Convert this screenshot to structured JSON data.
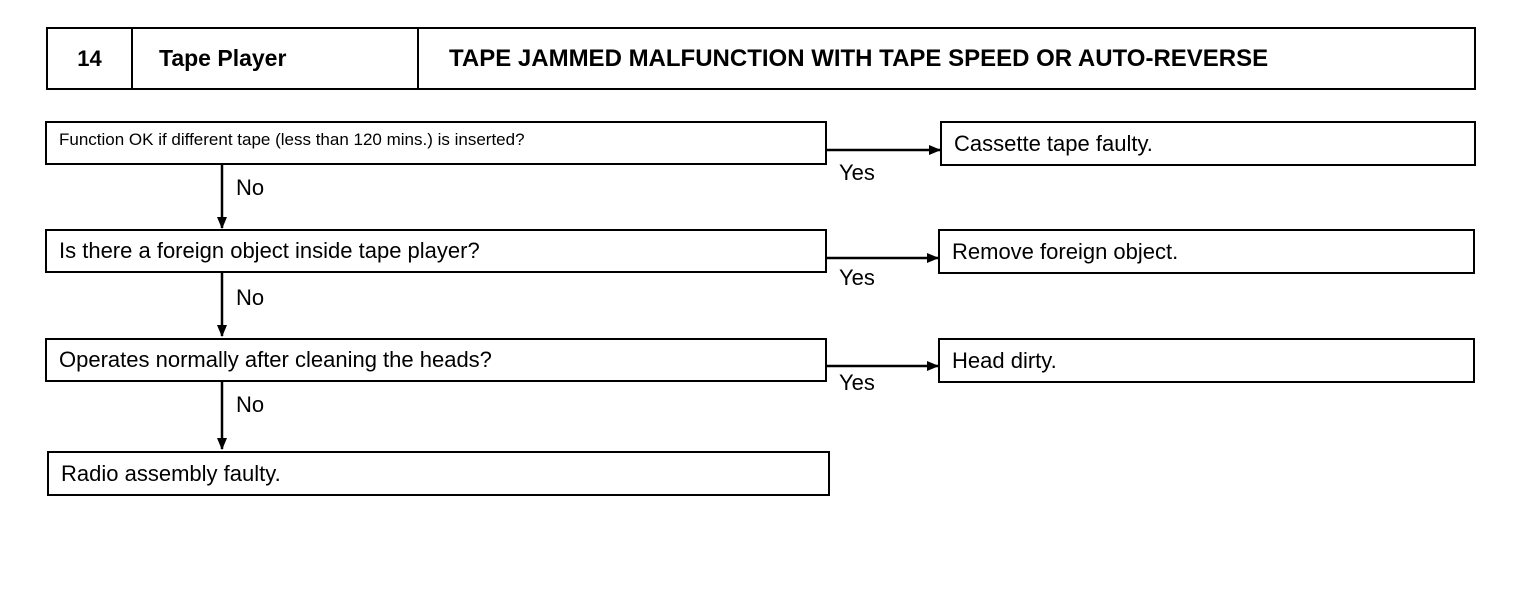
{
  "header": {
    "number": "14",
    "system": "Tape Player",
    "title": "TAPE JAMMED MALFUNCTION WITH TAPE SPEED OR AUTO-REVERSE"
  },
  "steps": [
    {
      "question": "Function OK if different tape (less than 120 mins.) is inserted?",
      "yes_label": "Yes",
      "yes_result": "Cassette tape faulty.",
      "no_label": "No"
    },
    {
      "question": "Is there a foreign object inside tape player?",
      "yes_label": "Yes",
      "yes_result": "Remove foreign object.",
      "no_label": "No"
    },
    {
      "question": "Operates normally after cleaning the heads?",
      "yes_label": "Yes",
      "yes_result": "Head dirty.",
      "no_label": "No"
    }
  ],
  "final": "Radio assembly faulty."
}
